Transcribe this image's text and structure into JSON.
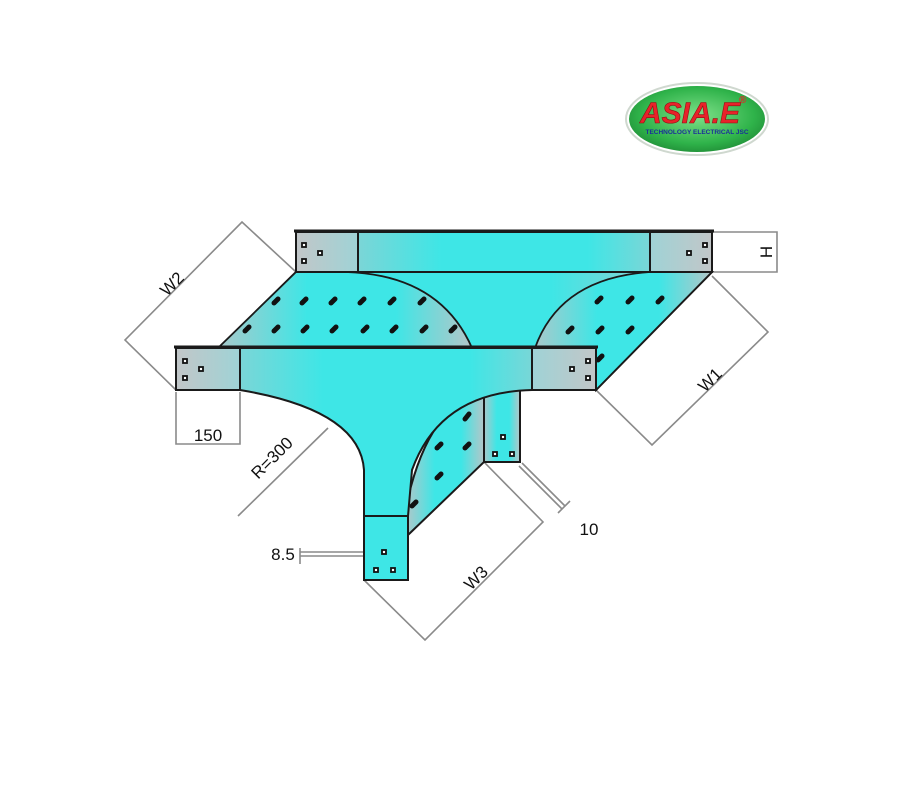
{
  "logo": {
    "brand": "ASIA.E",
    "registered": "®",
    "tagline": "TECHNOLOGY ELECTRICAL JSC",
    "colors": {
      "oval": "#2fb34a",
      "brand_text": "#e8222a",
      "tagline": "#1b2f9a"
    }
  },
  "diagram": {
    "subject": "cable-tray-equal-tee",
    "colors": {
      "tray_fill": "#3de6e6",
      "plate_fill": "#b9c4c6",
      "edge": "#1a1a1a",
      "dimension_line": "#8a8a8a"
    },
    "dimensions": {
      "w1": "W1",
      "w2": "W2",
      "w3": "W3",
      "h": "H",
      "flange": "150",
      "radius": "R=300",
      "hole_offset": "8.5",
      "edge_offset": "10"
    }
  }
}
